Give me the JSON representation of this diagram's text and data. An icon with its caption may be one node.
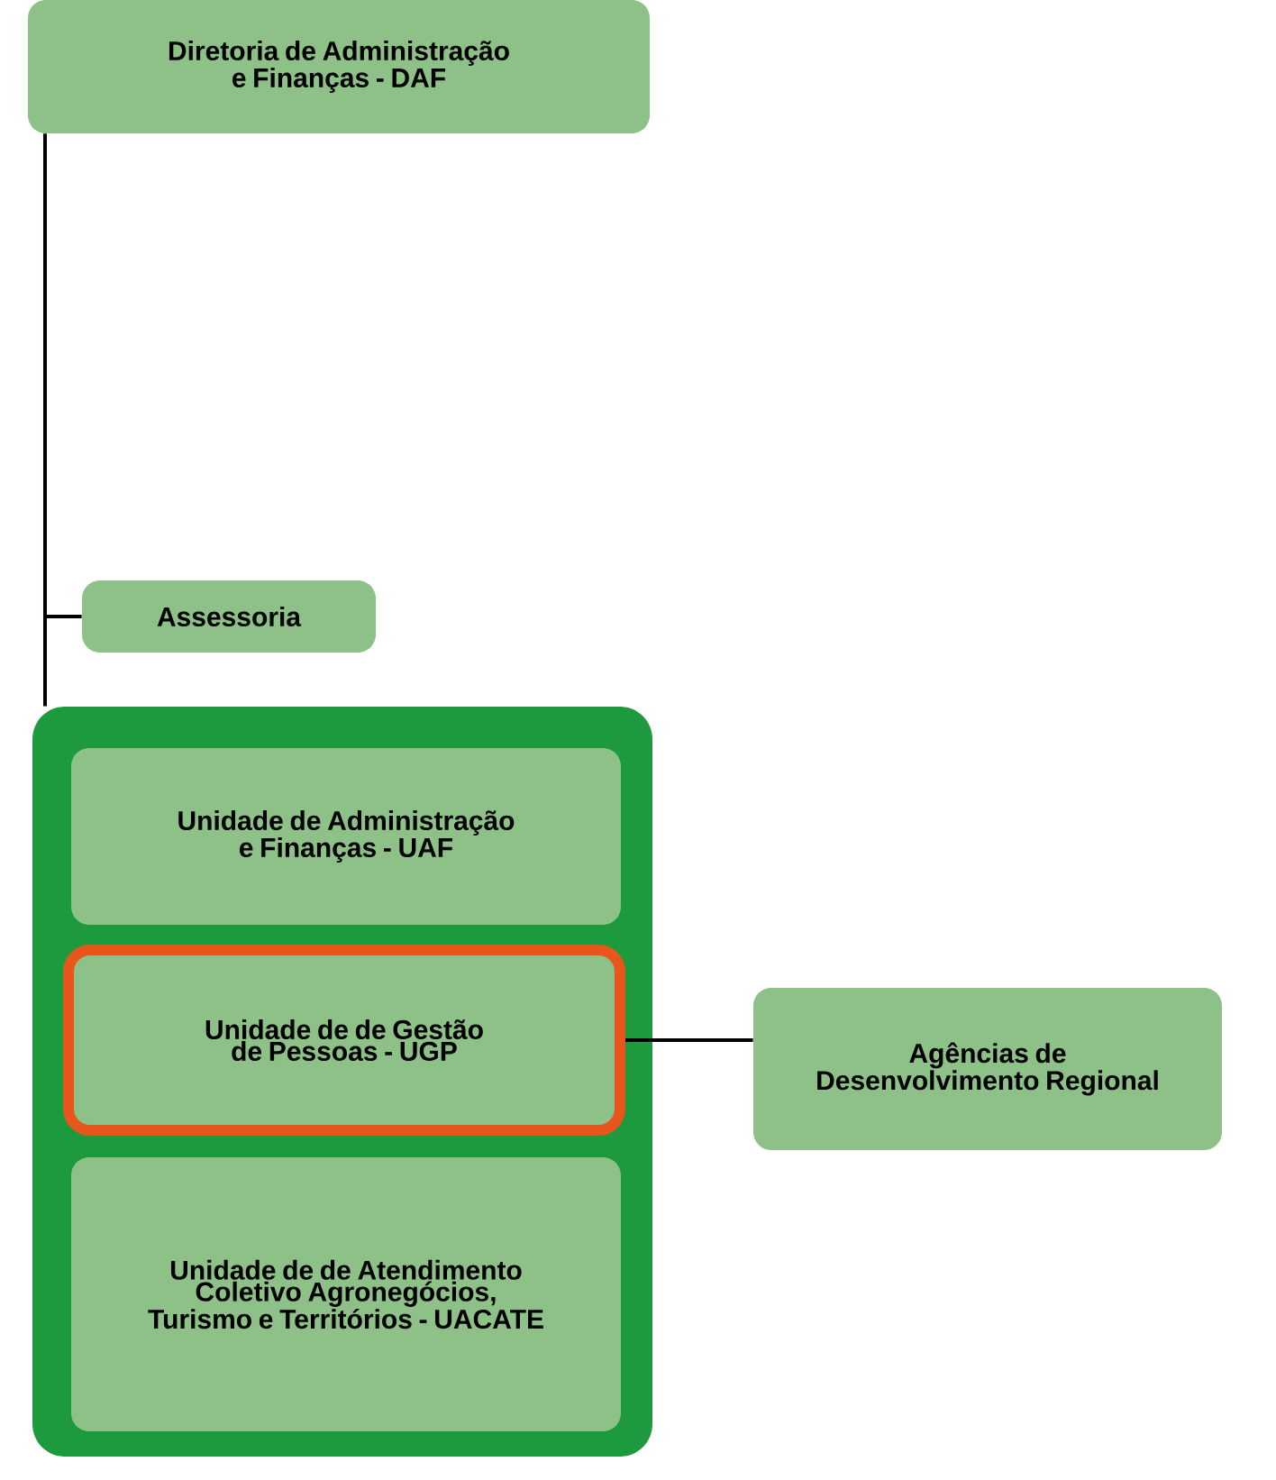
{
  "diagram": {
    "nodes": [
      {
        "text": [
          "Diretoria de Administração e Finanças - DAF"
        ]
      },
      {
        "text": [
          "Assessoria"
        ]
      },
      {
        "text": [],
        "shape": "box"
      },
      {
        "text": [
          "Unidade de Administração e Finanças - UAF"
        ],
        "in": 2
      },
      {
        "text": [
          "Unidade de de Gestão de Pessoas - UGP"
        ],
        "in": 2
      },
      {
        "text": [
          "Unidade de de Atendimento Coletivo Agronegócios, Turismo e Territórios - UACATE"
        ],
        "in": 2
      },
      {
        "text": [
          "Agências de Desenvolvimento Regional"
        ]
      }
    ],
    "edges": [
      {
        "from": 0,
        "to": 1,
        "arrow": "none"
      },
      {
        "from": 0,
        "to": 2,
        "arrow": "none"
      },
      {
        "from": 4,
        "to": 6,
        "arrow": "none"
      }
    ]
  }
}
